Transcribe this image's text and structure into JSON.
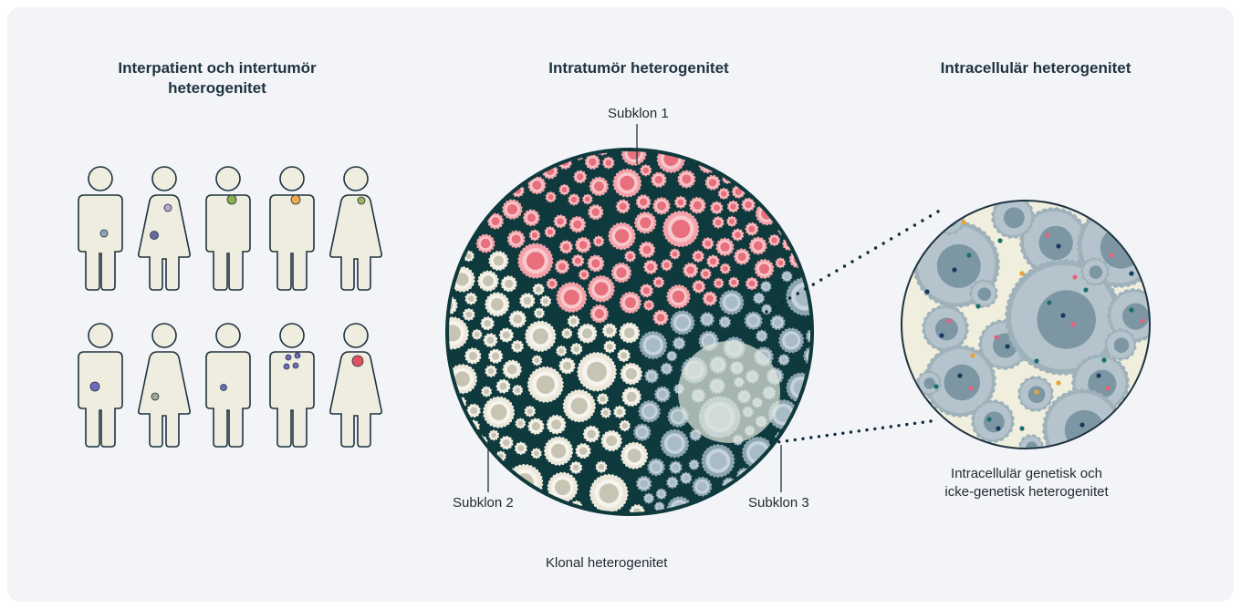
{
  "sections": {
    "interpatient": {
      "title_line1": "Interpatient och intertumör",
      "title_line2": "heterogenitet"
    },
    "intratumor": {
      "title": "Intratumör heterogenitet",
      "subclone_1": "Subklon 1",
      "subclone_2": "Subklon 2",
      "subclone_3": "Subklon 3",
      "caption": "Klonal heterogenitet"
    },
    "intracellular": {
      "title": "Intracellulär heterogenitet",
      "caption_line1": "Intracellulär genetisk och",
      "caption_line2": "icke-genetisk heterogenitet"
    }
  },
  "figures": {
    "row1": [
      "male",
      "female",
      "male",
      "male",
      "female"
    ],
    "row2": [
      "male",
      "female",
      "male",
      "male",
      "female"
    ]
  },
  "colors": {
    "background": "#f3f4f7",
    "body_fill": "#efeddf",
    "outline": "#1e3341",
    "tumor_dark": "#0f3a3d",
    "clone_red": "#e8707c",
    "clone_grey": "#c8c4b4",
    "clone_blue": "#a9bcc6",
    "cell_fill": "#b5c4cc",
    "nucleus": "#7c97a3",
    "dot_navy": "#163a63",
    "dot_teal": "#1b6f6a",
    "dot_pink": "#e2637c",
    "dot_orange": "#e8a13a"
  }
}
